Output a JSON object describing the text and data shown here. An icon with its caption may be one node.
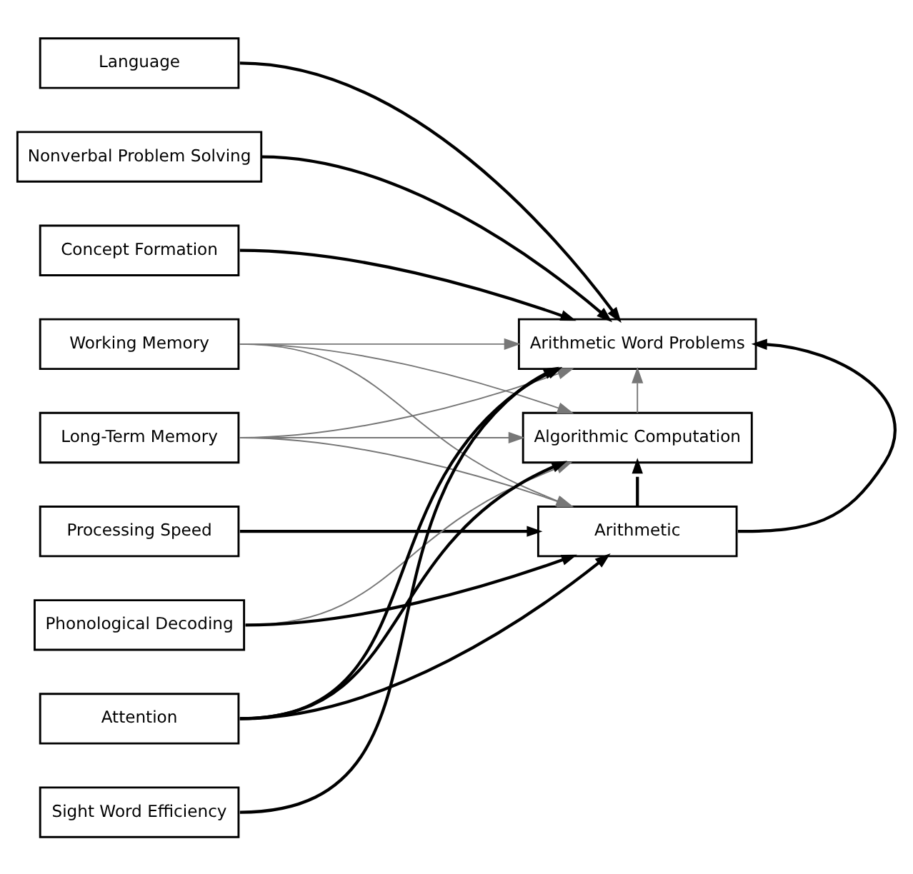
{
  "diagram": {
    "nodes": [
      {
        "text": [
          "Language"
        ]
      },
      {
        "text": [
          "Nonverbal Problem Solving"
        ]
      },
      {
        "text": [
          "Concept Formation"
        ]
      },
      {
        "text": [
          "Working Memory"
        ]
      },
      {
        "text": [
          "Long-Term Memory"
        ]
      },
      {
        "text": [
          "Processing Speed"
        ]
      },
      {
        "text": [
          "Phonological Decoding"
        ]
      },
      {
        "text": [
          "Attention"
        ]
      },
      {
        "text": [
          "Sight Word Efficiency"
        ]
      },
      {
        "text": [
          "Arithmetic Word Problems"
        ]
      },
      {
        "text": [
          "Algorithmic Computation"
        ]
      },
      {
        "text": [
          "Arithmetic"
        ]
      }
    ],
    "edges": [
      {
        "from": 0,
        "to": 9,
        "arrow": "to"
      },
      {
        "from": 1,
        "to": 9,
        "arrow": "to"
      },
      {
        "from": 2,
        "to": 9,
        "arrow": "to"
      },
      {
        "from": 3,
        "to": 9,
        "arrow": "to",
        "color": "#777777"
      },
      {
        "from": 3,
        "to": 10,
        "arrow": "to",
        "color": "#777777"
      },
      {
        "from": 3,
        "to": 11,
        "arrow": "to",
        "color": "#777777"
      },
      {
        "from": 4,
        "to": 9,
        "arrow": "to",
        "color": "#777777"
      },
      {
        "from": 4,
        "to": 10,
        "arrow": "to",
        "color": "#777777"
      },
      {
        "from": 4,
        "to": 11,
        "arrow": "to",
        "color": "#777777"
      },
      {
        "from": 5,
        "to": 11,
        "arrow": "to"
      },
      {
        "from": 6,
        "to": 10,
        "arrow": "to",
        "color": "#777777"
      },
      {
        "from": 6,
        "to": 11,
        "arrow": "to"
      },
      {
        "from": 7,
        "to": 9,
        "arrow": "to"
      },
      {
        "from": 7,
        "to": 10,
        "arrow": "to"
      },
      {
        "from": 7,
        "to": 11,
        "arrow": "to"
      },
      {
        "from": 8,
        "to": 9,
        "arrow": "to"
      },
      {
        "from": 10,
        "to": 9,
        "arrow": "to",
        "color": "#777777"
      },
      {
        "from": 11,
        "to": 10,
        "arrow": "to"
      },
      {
        "from": 11,
        "to": 9,
        "arrow": "to"
      }
    ]
  }
}
